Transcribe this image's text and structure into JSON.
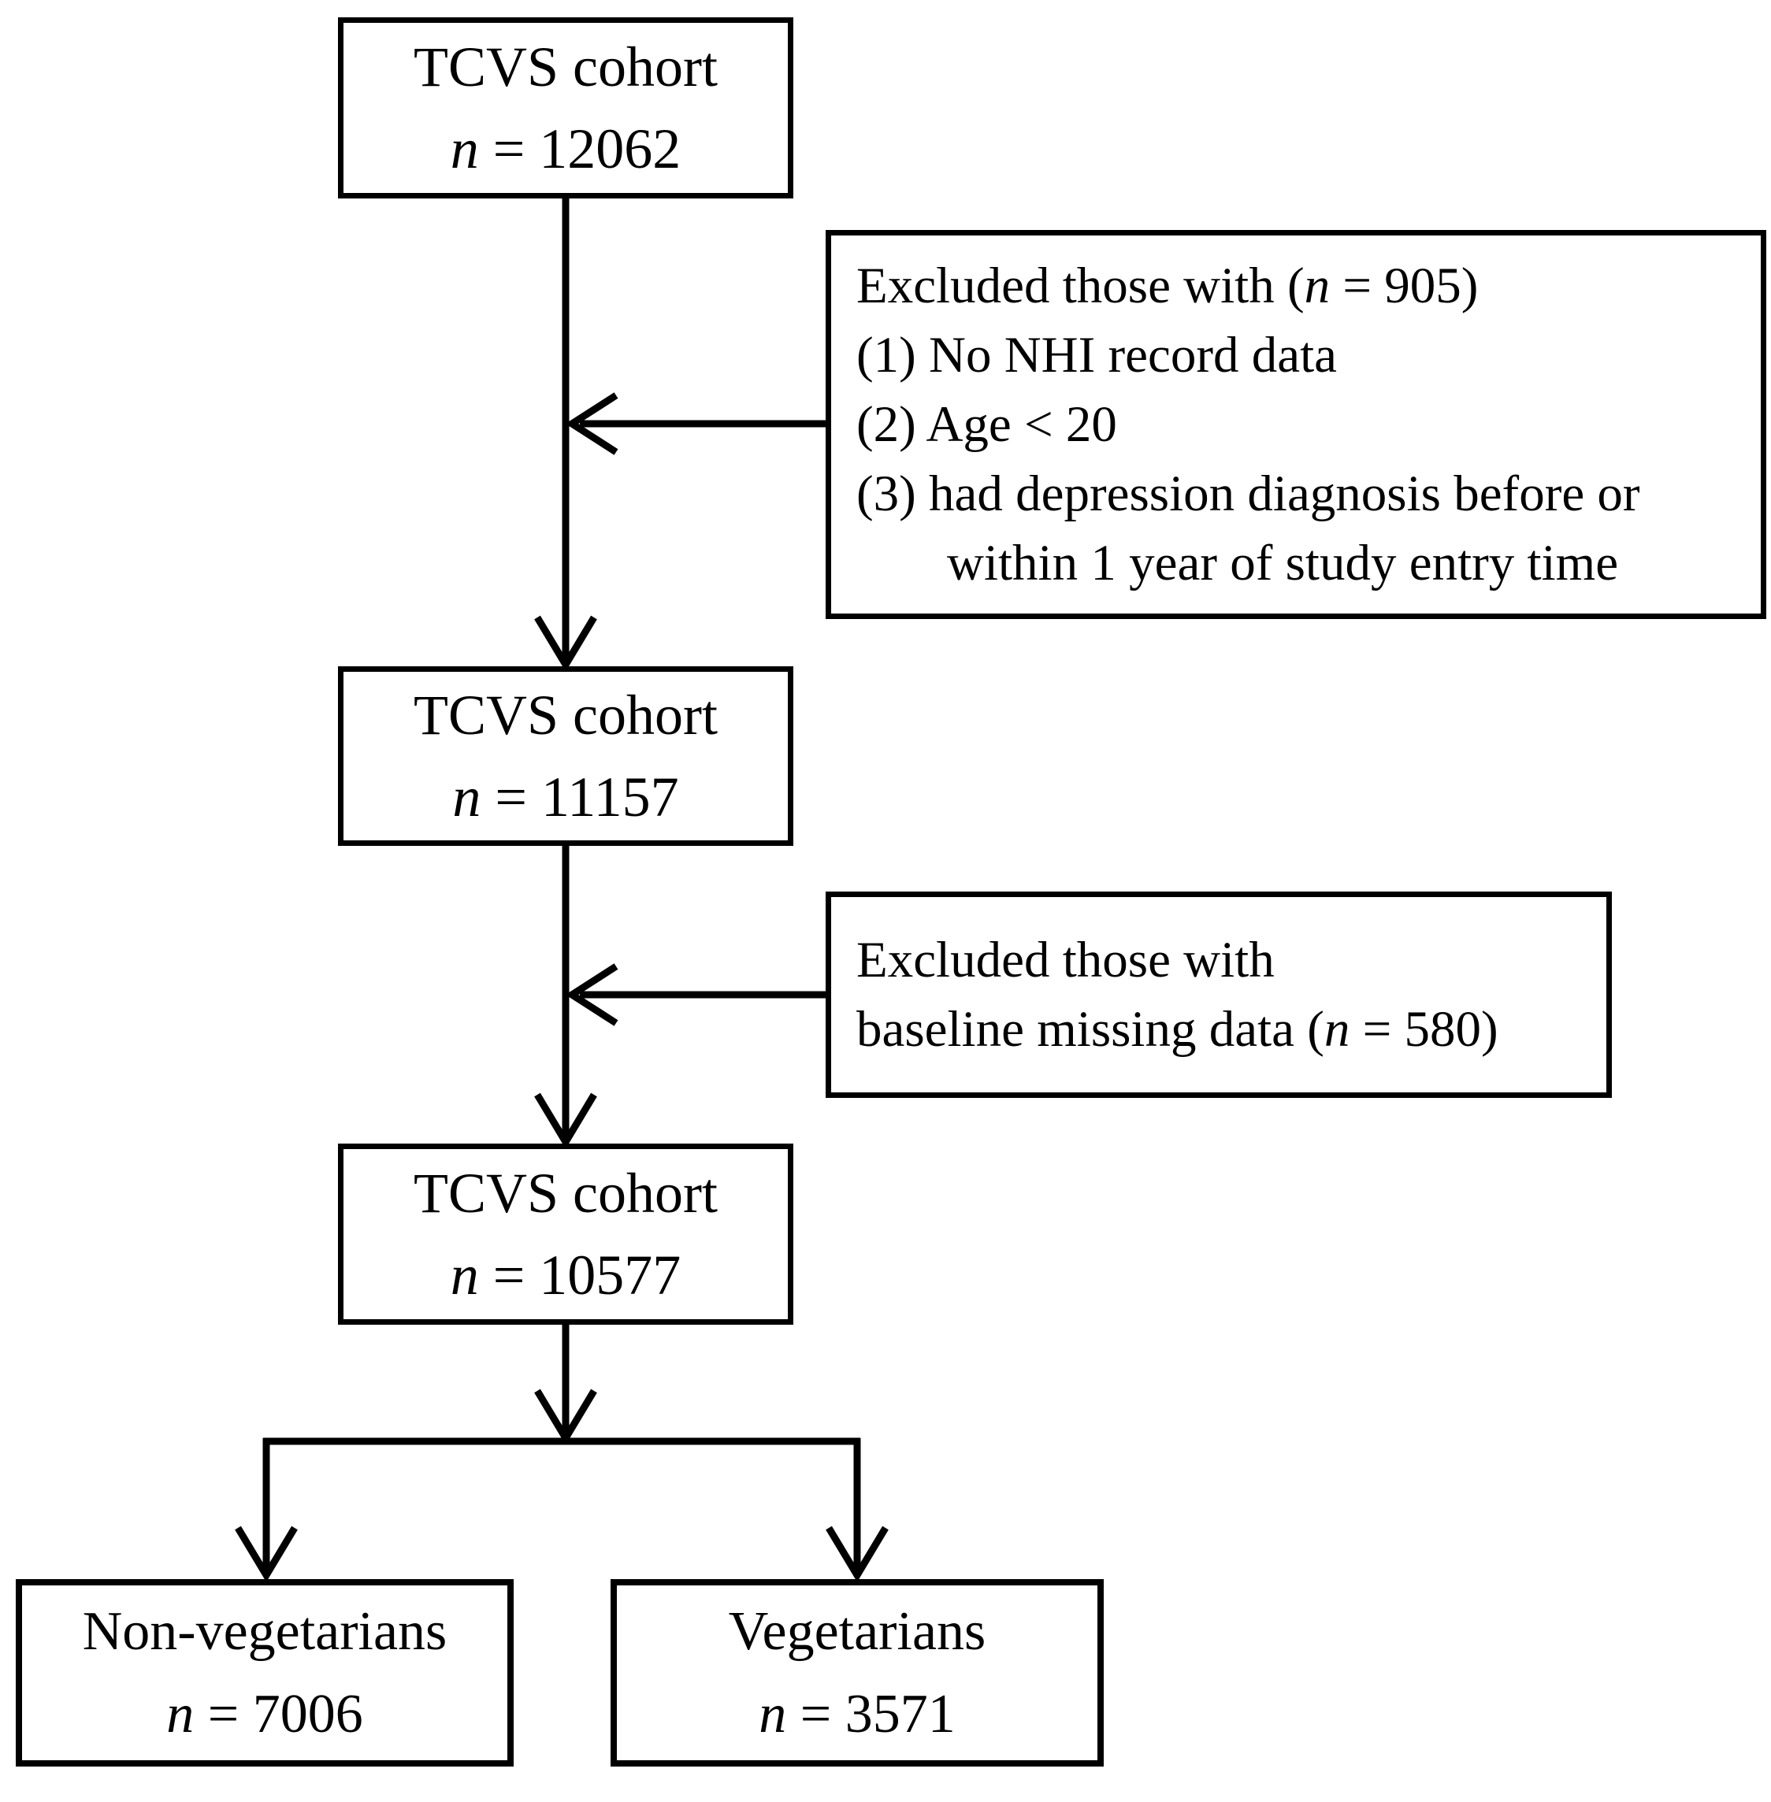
{
  "colors": {
    "ink": "#000000",
    "background": "#ffffff"
  },
  "flowchart": {
    "cohort_boxes": [
      {
        "title": "TCVS cohort",
        "n_var": "n",
        "n_rest": " = 12062"
      },
      {
        "title": "TCVS cohort",
        "n_var": "n",
        "n_rest": " = 11157"
      },
      {
        "title": "TCVS cohort",
        "n_var": "n",
        "n_rest": " = 10577"
      }
    ],
    "exclusion_boxes": [
      {
        "line1_pre": "Excluded those with (",
        "line1_var": "n",
        "line1_post": " = 905)",
        "line2": "(1) No NHI record data",
        "line3": "(2) Age < 20",
        "line4": "(3) had depression diagnosis before or",
        "line5": "within 1 year of study entry time"
      },
      {
        "line1": "Excluded those with",
        "line2_pre": "baseline missing data (",
        "line2_var": "n",
        "line2_post": " = 580)"
      }
    ],
    "outcome_boxes": [
      {
        "title": "Non-vegetarians",
        "n_var": "n",
        "n_rest": " = 7006"
      },
      {
        "title": "Vegetarians",
        "n_var": "n",
        "n_rest": " = 3571"
      }
    ]
  }
}
